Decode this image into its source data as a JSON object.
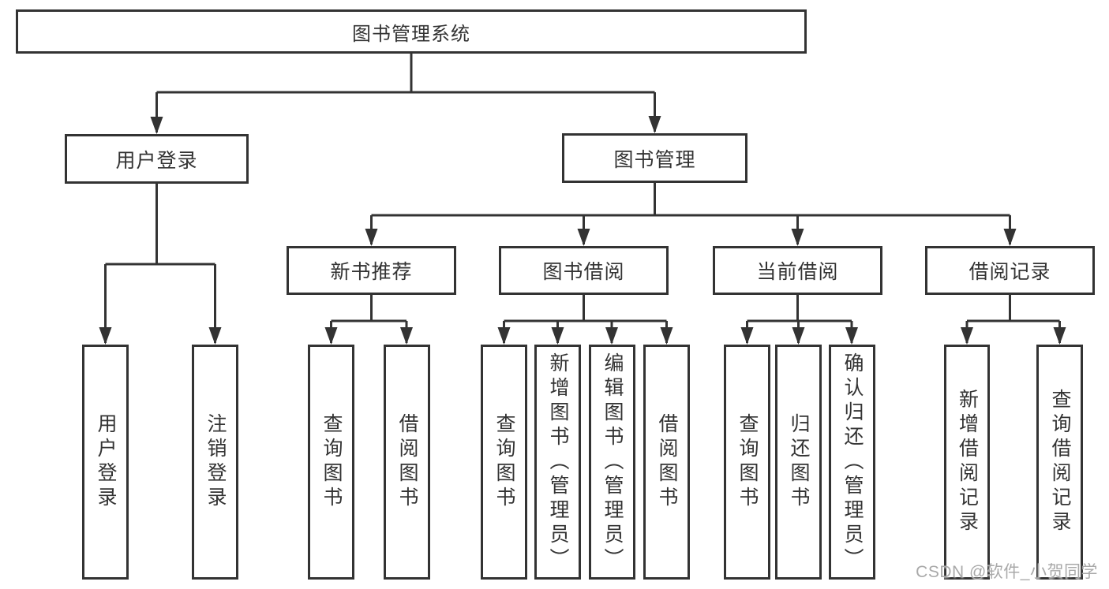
{
  "colors": {
    "line": "#333333",
    "background": "#ffffff",
    "watermark": "#a9a9a9"
  },
  "watermark": {
    "text": "CSDN @软件_小贺同学"
  },
  "tree": {
    "root": {
      "label": "图书管理系统"
    },
    "branches": [
      {
        "label": "用户登录",
        "children": [
          {
            "label": "用户登录"
          },
          {
            "label": "注销登录"
          }
        ]
      },
      {
        "label": "图书管理",
        "groups": [
          {
            "label": "新书推荐",
            "children": [
              {
                "label": "查询图书"
              },
              {
                "label": "借阅图书"
              }
            ]
          },
          {
            "label": "图书借阅",
            "children": [
              {
                "label": "查询图书"
              },
              {
                "label": "新增图书（管理员）"
              },
              {
                "label": "编辑图书（管理员）"
              },
              {
                "label": "借阅图书"
              }
            ]
          },
          {
            "label": "当前借阅",
            "children": [
              {
                "label": "查询图书"
              },
              {
                "label": "归还图书"
              },
              {
                "label": "确认归还（管理员）"
              }
            ]
          },
          {
            "label": "借阅记录",
            "children": [
              {
                "label": "新增借阅记录"
              },
              {
                "label": "查询借阅记录"
              }
            ]
          }
        ]
      }
    ]
  }
}
